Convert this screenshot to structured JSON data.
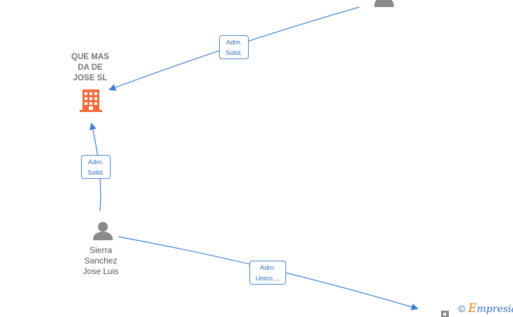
{
  "nodes": {
    "company": {
      "name_lines": [
        "QUE MAS",
        "DA DE",
        "JOSE  SL"
      ],
      "icon": "building-icon",
      "color": "#f26a3a"
    },
    "person_main": {
      "name_lines": [
        "Sierra",
        "Sanchez",
        "Jose Luis"
      ],
      "icon": "person-icon"
    },
    "person_top": {
      "icon": "person-icon"
    },
    "company_bottom": {
      "icon": "building-icon"
    }
  },
  "edges": [
    {
      "label_lines": [
        "Adm.",
        "Solid."
      ],
      "from": "person_top",
      "to": "company"
    },
    {
      "label_lines": [
        "Adm.",
        "Solid."
      ],
      "from": "person_main",
      "to": "company"
    },
    {
      "label_lines": [
        "Adm.",
        "Unico,..."
      ],
      "from": "person_main",
      "to": "company_bottom"
    }
  ],
  "colors": {
    "edge": "#3d7fd4",
    "node_gray": "#8a8a8a",
    "accent": "#f26a3a"
  },
  "watermark": {
    "symbol": "©",
    "letter": "E",
    "brand": "mpresia"
  }
}
